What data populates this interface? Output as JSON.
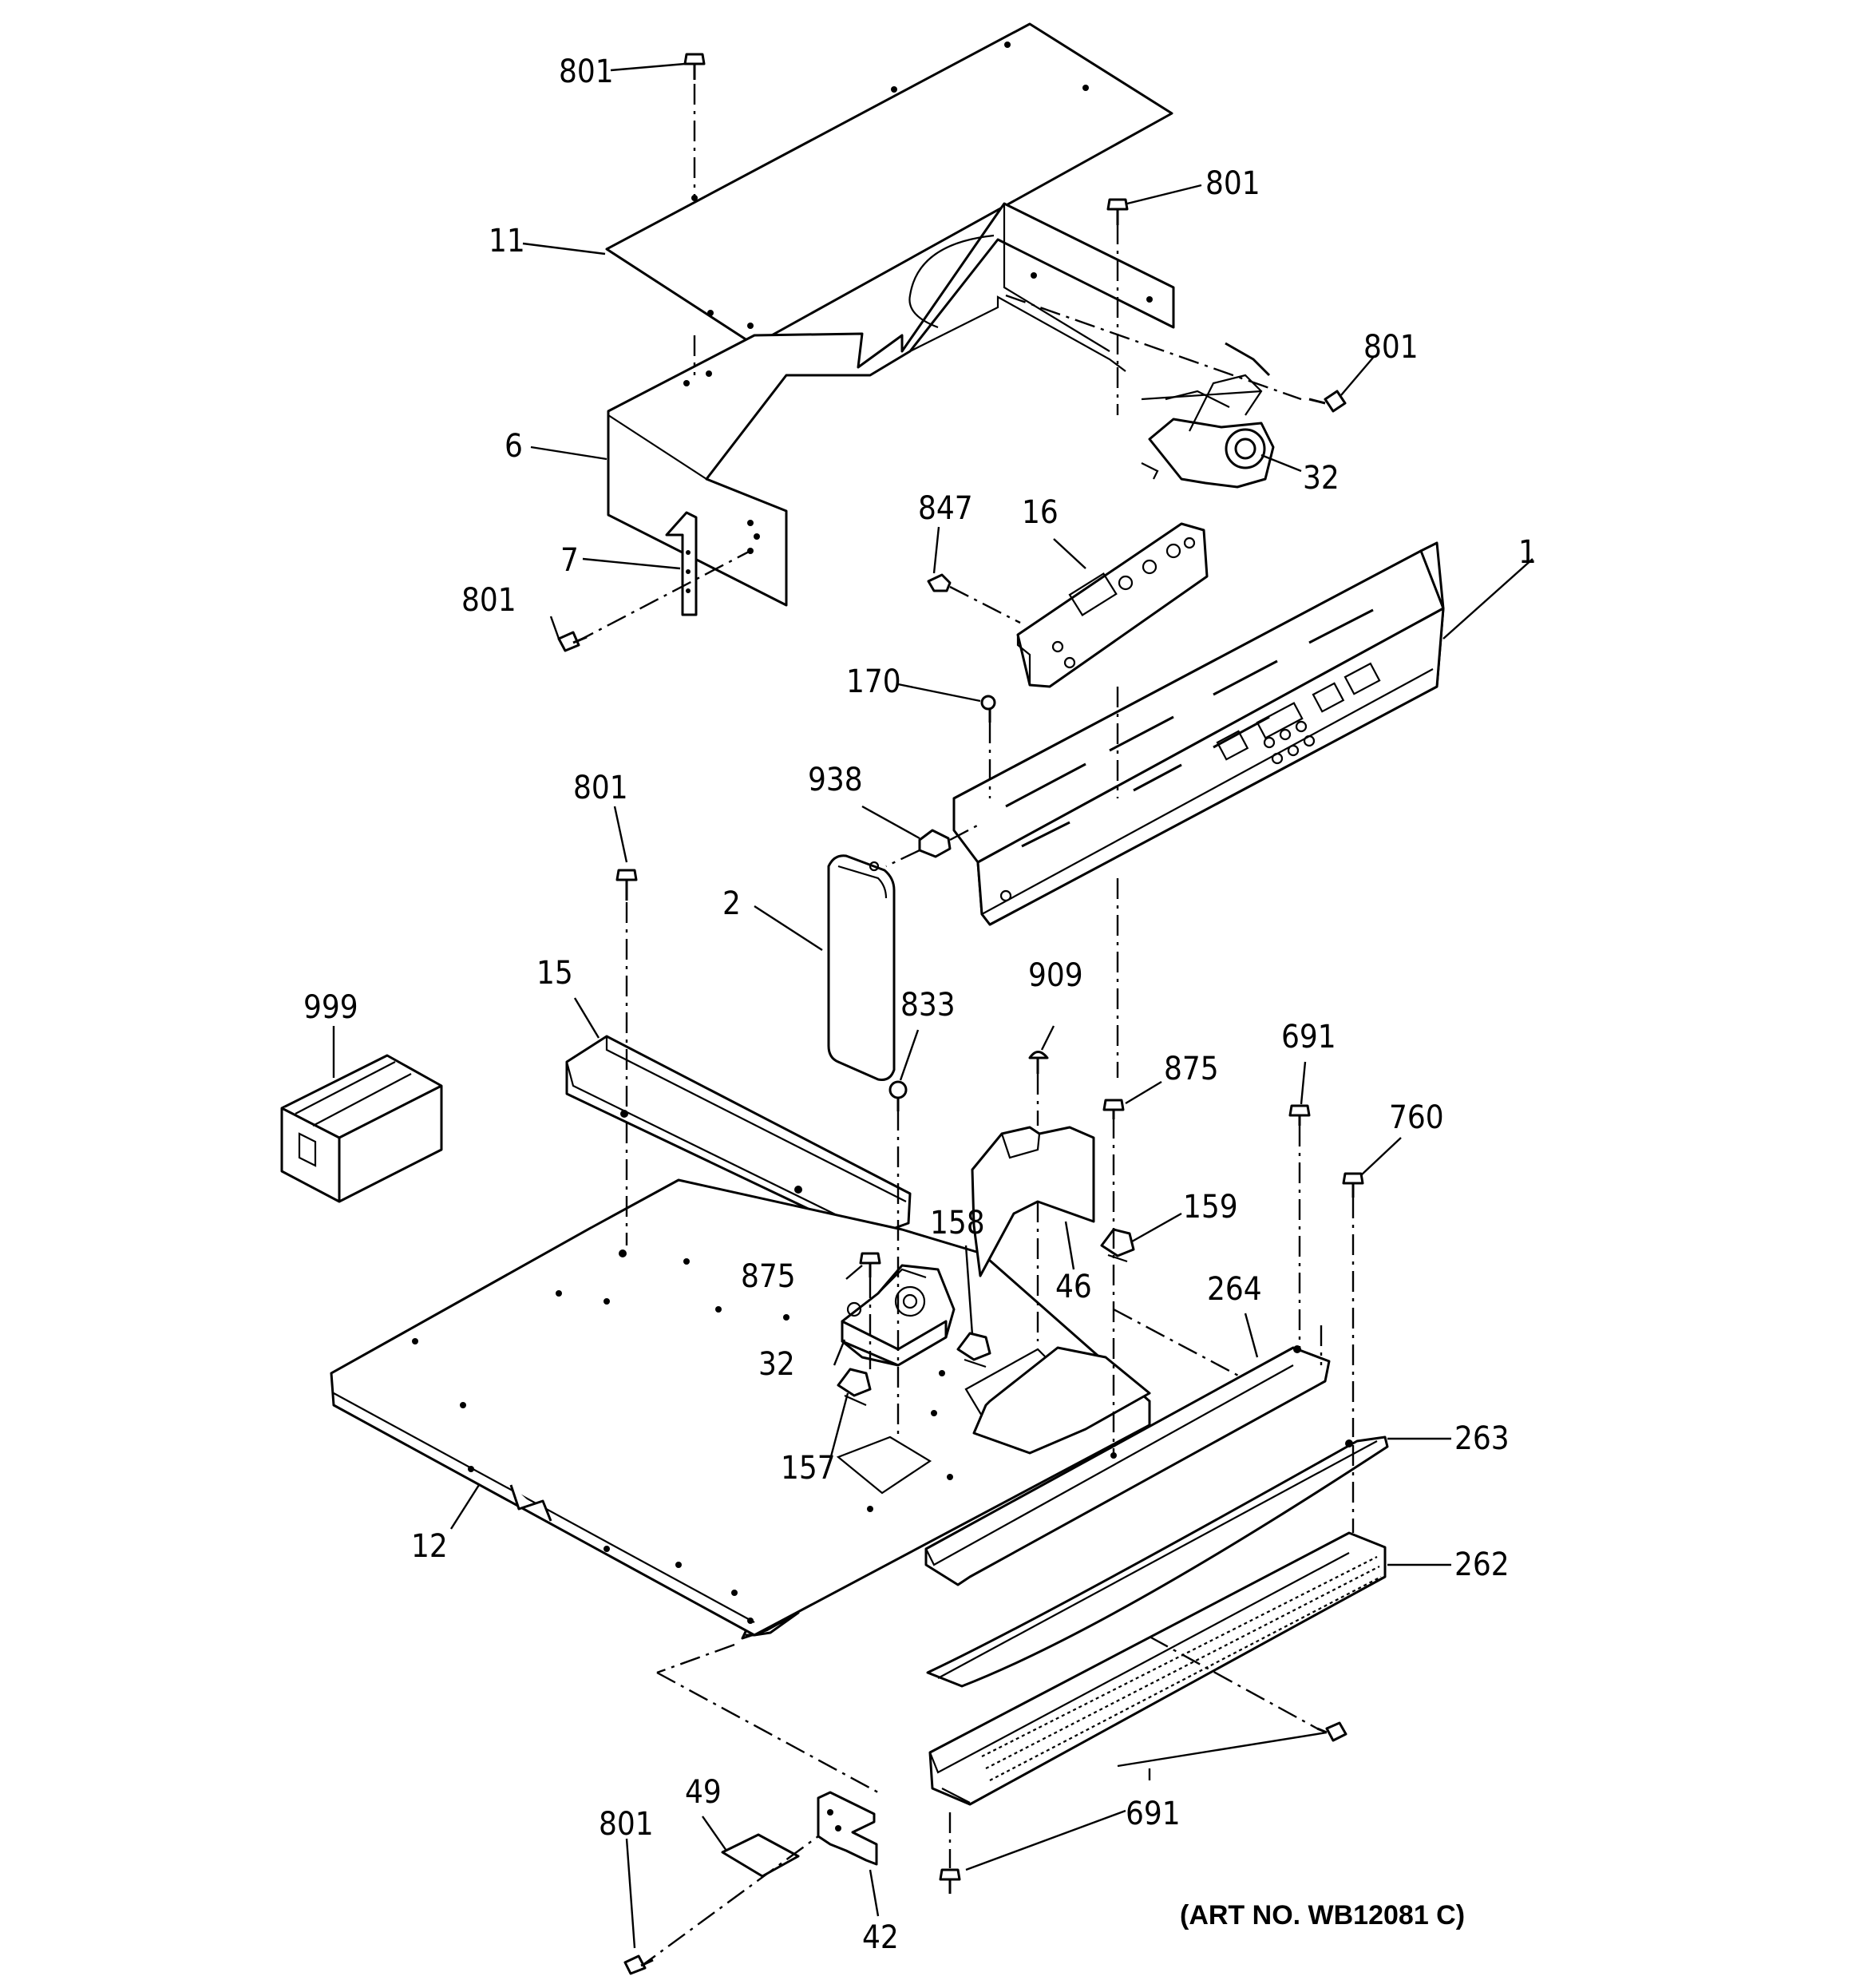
{
  "diagram": {
    "labels": {
      "l801a": "801",
      "l801b": "801",
      "l801c": "801",
      "l801d": "801",
      "l801e": "801",
      "l801f": "801",
      "l11": "11",
      "l6": "6",
      "l7": "7",
      "l32a": "32",
      "l32b": "32",
      "l847": "847",
      "l16": "16",
      "l1": "1",
      "l170": "170",
      "l938": "938",
      "l2": "2",
      "l15": "15",
      "l999": "999",
      "l833": "833",
      "l909": "909",
      "l875a": "875",
      "l875b": "875",
      "l691a": "691",
      "l691b": "691",
      "l760": "760",
      "l159": "159",
      "l158": "158",
      "l46": "46",
      "l264": "264",
      "l263": "263",
      "l262": "262",
      "l157": "157",
      "l12": "12",
      "l49": "49",
      "l42": "42"
    },
    "art_number": "(ART NO. WB12081 C)"
  }
}
